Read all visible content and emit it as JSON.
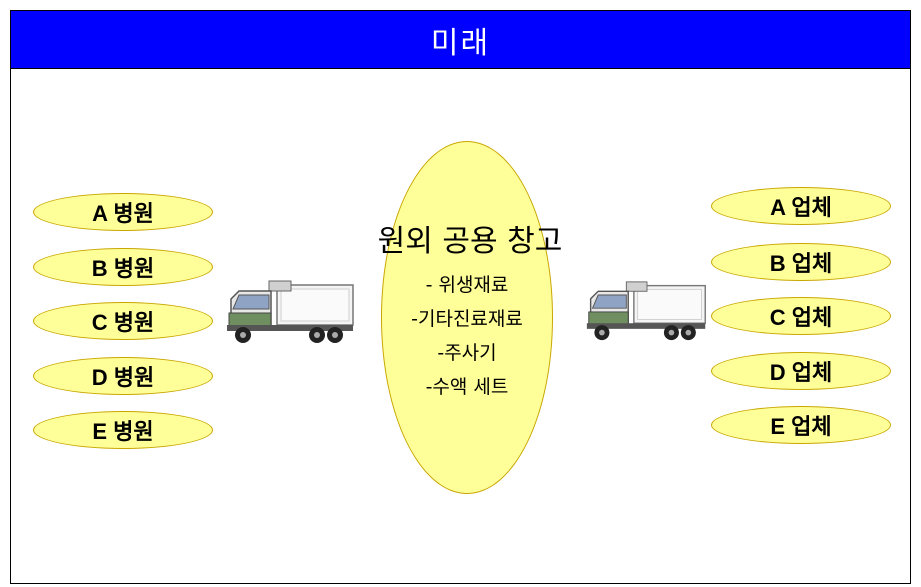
{
  "header": {
    "title": "미래"
  },
  "hospitals": [
    "A 병원",
    "B 병원",
    "C 병원",
    "D 병원",
    "E 병원"
  ],
  "vendors": [
    "A 업체",
    "B 업체",
    "C 업체",
    "D 업체",
    "E 업체"
  ],
  "warehouse": {
    "title": "원외 공용 창고",
    "items": [
      "- 위생재료",
      "-기타진료재료",
      "-주사기",
      "-수액 세트"
    ]
  },
  "colors": {
    "header_bg": "#0000ff",
    "pill_fill": "#ffff99",
    "pill_border": "#c8a600"
  },
  "icons": [
    "truck-icon"
  ]
}
